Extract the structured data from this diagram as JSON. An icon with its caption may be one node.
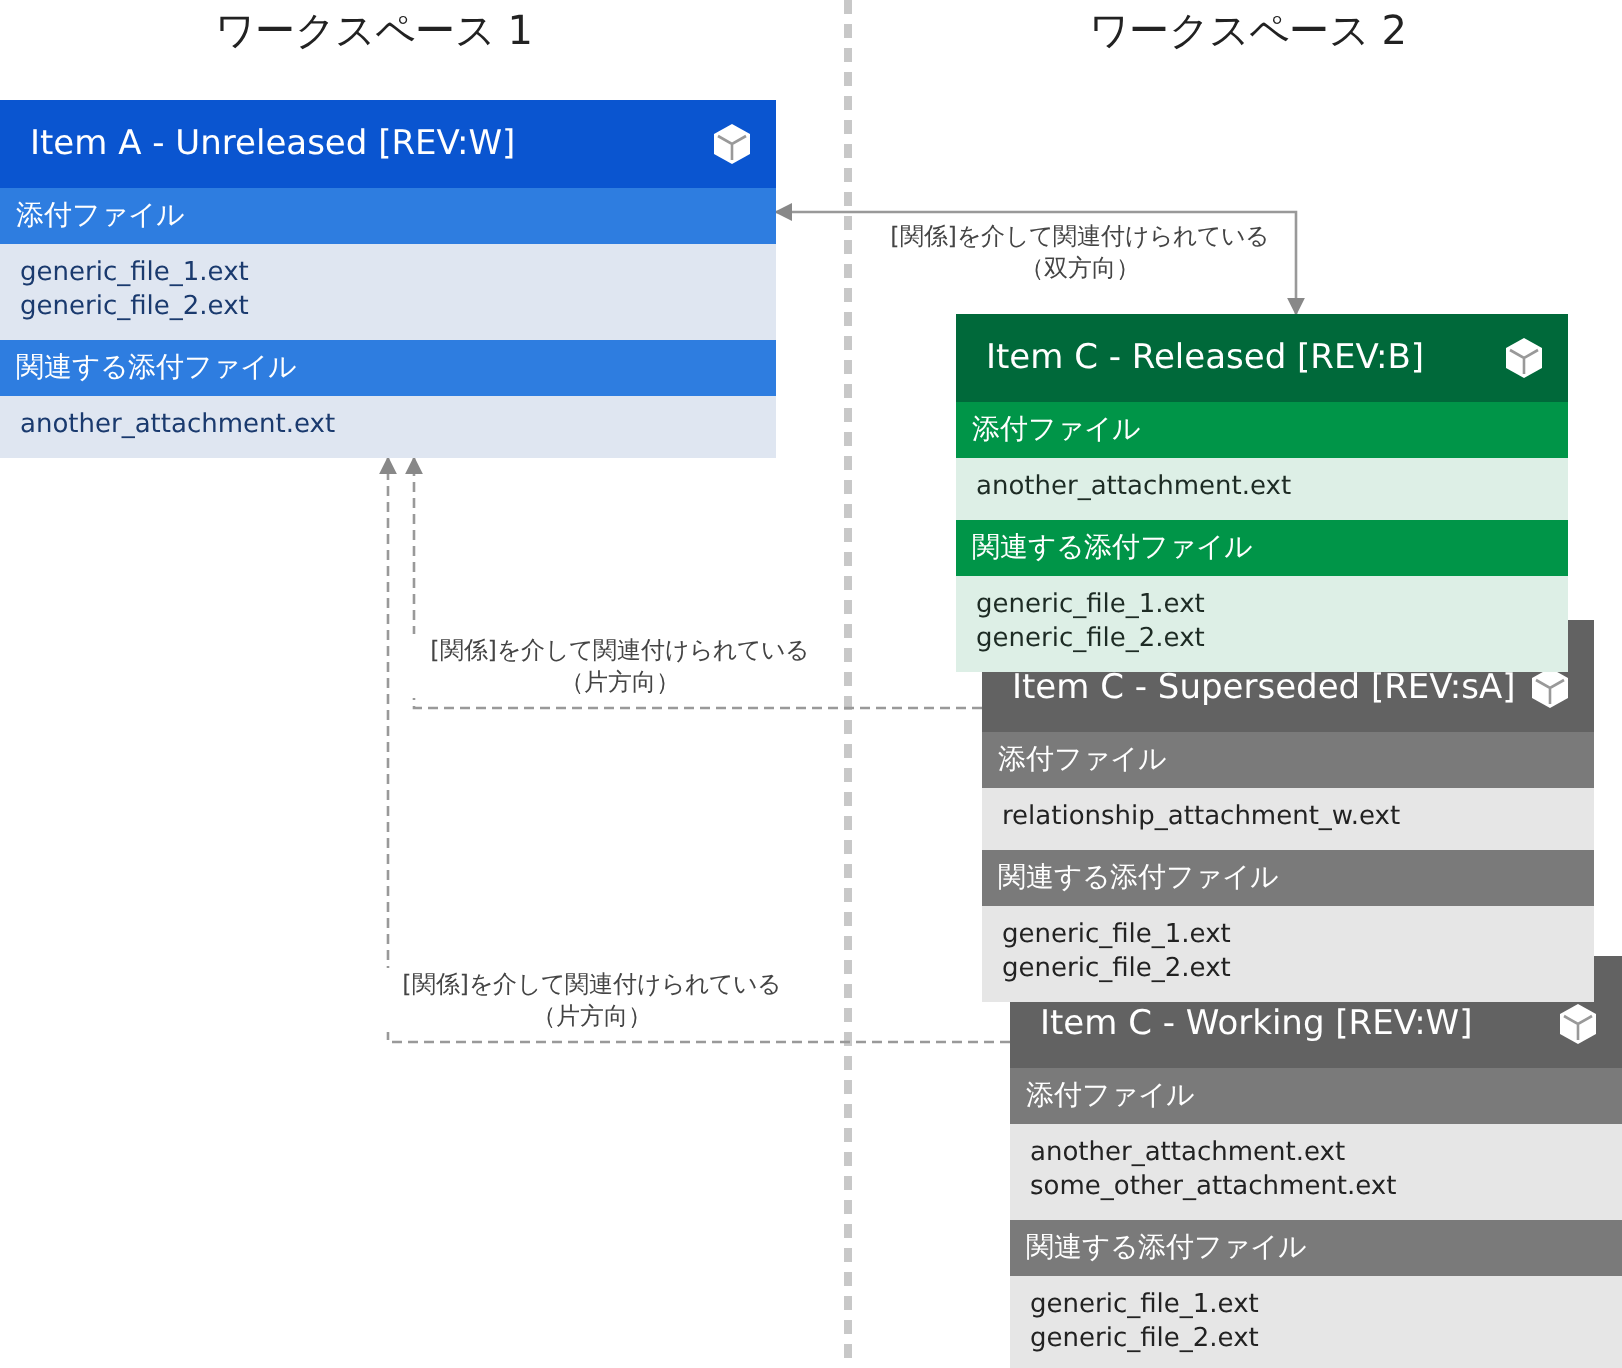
{
  "diagram": {
    "nodes": [
      {
        "text": [
          "Item A - Unreleased [REV:W]",
          "添付ファイル",
          "generic_file_1.ext",
          "generic_file_2.ext",
          "関連する添付ファイル",
          "another_attachment.ext"
        ]
      },
      {
        "text": [
          "Item C - Released [REV:B]",
          "添付ファイル",
          "another_attachment.ext",
          "関連する添付ファイル",
          "generic_file_1.ext",
          "generic_file_2.ext"
        ]
      },
      {
        "text": [
          "Item C - Superseded [REV:sA]",
          "添付ファイル",
          "relationship_attachment_w.ext",
          "関連する添付ファイル",
          "generic_file_1.ext",
          "generic_file_2.ext"
        ]
      },
      {
        "text": [
          "Item C - Working [REV:W]",
          "添付ファイル",
          "another_attachment.ext",
          "some_other_attachment.ext",
          "関連する添付ファイル",
          "generic_file_1.ext",
          "generic_file_2.ext"
        ]
      }
    ],
    "edges": [
      {
        "from": 0,
        "to": 1,
        "arrow": "both",
        "label": "[関係]を介して関連付けられている（双方向）"
      },
      {
        "from": 2,
        "to": 0,
        "arrow": "to",
        "style": "dashed",
        "label": "[関係]を介して関連付けられている（片方向）"
      },
      {
        "from": 3,
        "to": 0,
        "arrow": "to",
        "style": "dashed",
        "label": "[関係]を介して関連付けられている（片方向）"
      }
    ],
    "labels": [
      "ワークスペース 1",
      "ワークスペース 2"
    ]
  }
}
